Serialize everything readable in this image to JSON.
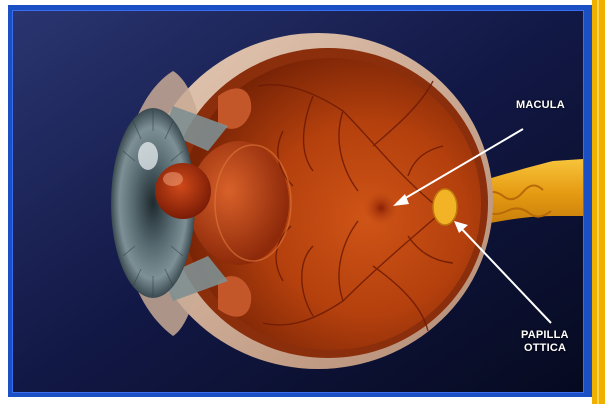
{
  "labels": {
    "macula": "MACULA",
    "papilla_line1": "PAPILLA",
    "papilla_line2": "OTTICA"
  },
  "colors": {
    "background": "#0b1030",
    "frame_blue": "#1b4fc4",
    "strip_yellow": "#f0b000",
    "retina": "#b7430e",
    "sclera": "#d2b199",
    "nerve": "#f0b21a",
    "iris": "#5d6e74"
  }
}
